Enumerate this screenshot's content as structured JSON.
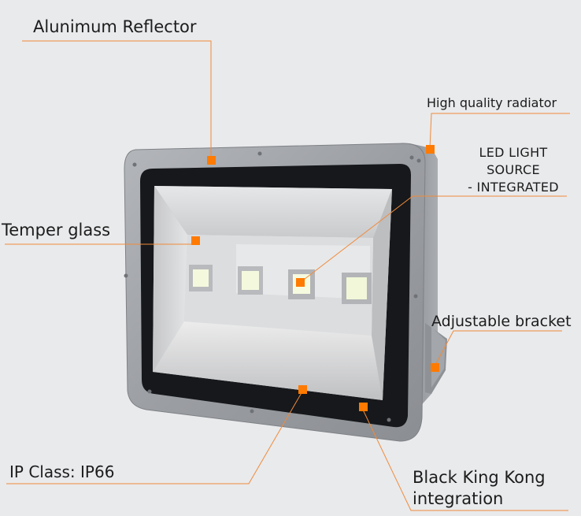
{
  "labels": {
    "reflector": "Alunimum Reflector",
    "radiator": "High quality radiator",
    "led_line1": "LED LIGHT",
    "led_line2": "SOURCE",
    "led_line3": "- INTEGRATED",
    "glass": "Temper glass",
    "bracket": "Adjustable bracket",
    "ip_class": "IP Class: IP66",
    "kong_line1": "Black King Kong",
    "kong_line2": "integration"
  },
  "colors": {
    "background": "#e9eaec",
    "marker": "#ff7a00",
    "leader_line": "#f08a3a",
    "housing": "#9fa2a6",
    "chip": "#f3f8e0"
  }
}
